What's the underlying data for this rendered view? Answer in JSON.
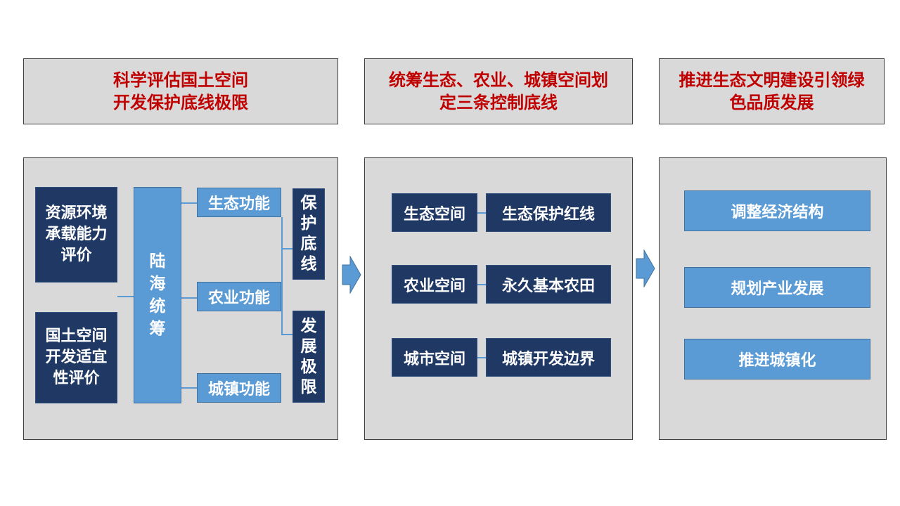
{
  "headers": [
    {
      "lines": [
        "科学评估国土空间",
        "开发保护底线极限"
      ]
    },
    {
      "lines": [
        "统筹生态、农业、城镇空间划",
        "定三条控制底线"
      ]
    },
    {
      "lines": [
        "推进生态文明建设引领绿",
        "色品质发展"
      ]
    }
  ],
  "panel1": {
    "left_boxes": [
      {
        "lines": [
          "资源环境",
          "承载能力",
          "评价"
        ]
      },
      {
        "lines": [
          "国土空间",
          "开发适宜",
          "性评价"
        ]
      }
    ],
    "center_box": {
      "chars": [
        "陆",
        "海",
        "统",
        "筹"
      ]
    },
    "functions": [
      "生态功能",
      "农业功能",
      "城镇功能"
    ],
    "right_boxes": [
      {
        "chars": [
          "保",
          "护",
          "底",
          "线"
        ]
      },
      {
        "chars": [
          "发",
          "展",
          "极",
          "限"
        ]
      }
    ]
  },
  "panel2": {
    "rows": [
      {
        "space": "生态空间",
        "line": "生态保护红线"
      },
      {
        "space": "农业空间",
        "line": "永久基本农田"
      },
      {
        "space": "城市空间",
        "line": "城镇开发边界"
      }
    ]
  },
  "panel3": {
    "items": [
      "调整经济结构",
      "规划产业发展",
      "推进城镇化"
    ]
  },
  "colors": {
    "header_text": "#c00000",
    "panel_bg": "#d9d9d9",
    "dark_box": "#1f3864",
    "light_box": "#5b9bd5"
  }
}
